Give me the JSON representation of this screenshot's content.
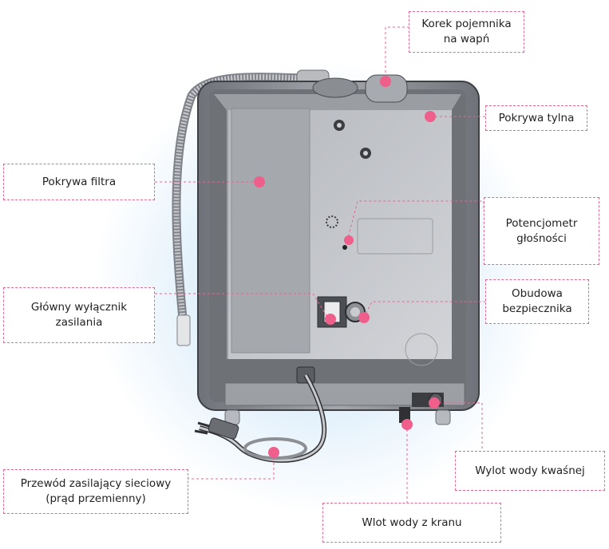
{
  "labels": {
    "korek": "Korek pojemnika\nna wapń",
    "pokrywa_tylna": "Pokrywa tylna",
    "pokrywa_filtra": "Pokrywa filtra",
    "potencjometr": "Potencjometr\ngłośności",
    "wylacznik": "Główny wyłącznik\nzasilania",
    "bezpiecznik": "Obudowa\nbezpiecznika",
    "przewod": "Przewód zasilający sieciowy\n(prąd przemienny)",
    "wylot": "Wylot wody kwaśnej",
    "wlot": "Wlot wody z kranu"
  },
  "colors": {
    "accent": "#e06a8f",
    "marker": "#ef5f8c",
    "device_body": "#8a8d93",
    "panel": "#c4c7cc",
    "glow": "#d6ebf8"
  }
}
